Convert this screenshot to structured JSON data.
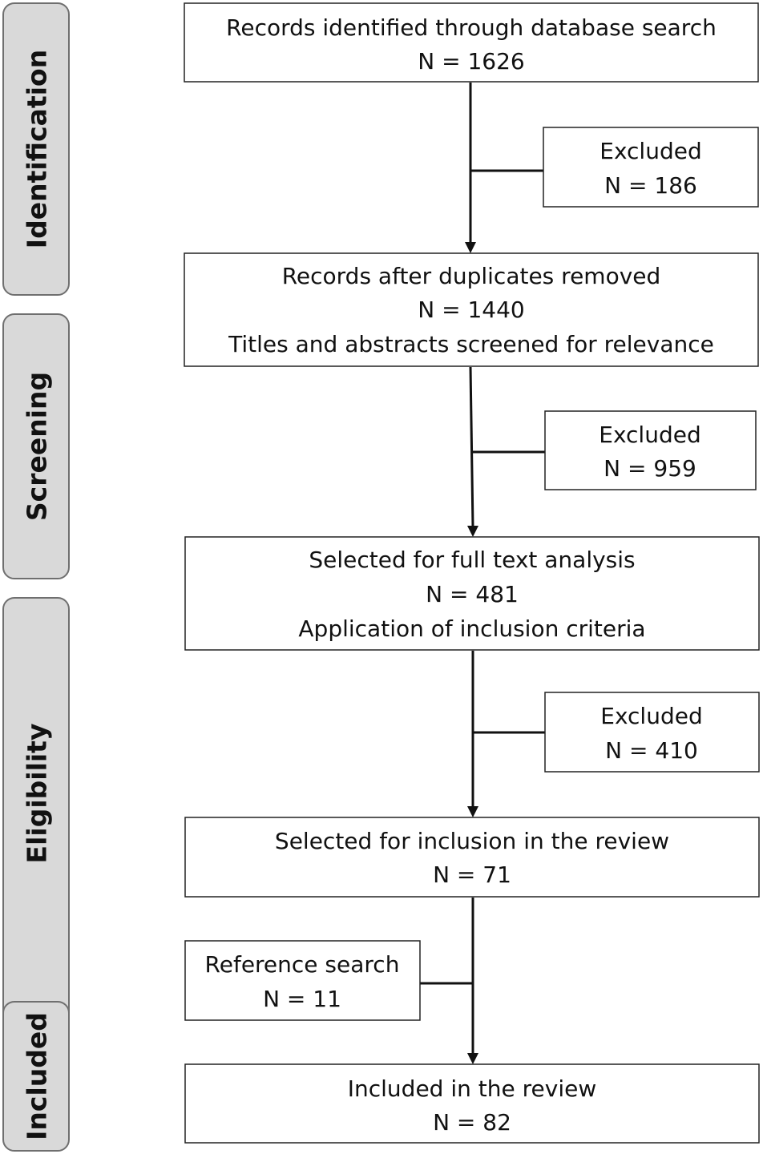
{
  "stages": [
    {
      "label": "Identification"
    },
    {
      "label": "Screening"
    },
    {
      "label": "Eligibility"
    },
    {
      "label": "Included"
    }
  ],
  "main_boxes": [
    {
      "lines": [
        "Records identified through database search",
        "N = 1626"
      ]
    },
    {
      "lines": [
        "Records after duplicates removed",
        "N = 1440",
        "Titles and abstracts screened for relevance"
      ]
    },
    {
      "lines": [
        "Selected for full text analysis",
        "N = 481",
        "Application of inclusion criteria"
      ]
    },
    {
      "lines": [
        "Selected for inclusion in the review",
        "N = 71"
      ]
    },
    {
      "lines": [
        "Included in the review",
        "N = 82"
      ]
    }
  ],
  "side_boxes": [
    {
      "lines": [
        "Excluded",
        "N = 186"
      ]
    },
    {
      "lines": [
        "Excluded",
        "N = 959"
      ]
    },
    {
      "lines": [
        "Excluded",
        "N = 410"
      ]
    },
    {
      "lines": [
        "Reference search",
        "N = 11"
      ]
    }
  ]
}
